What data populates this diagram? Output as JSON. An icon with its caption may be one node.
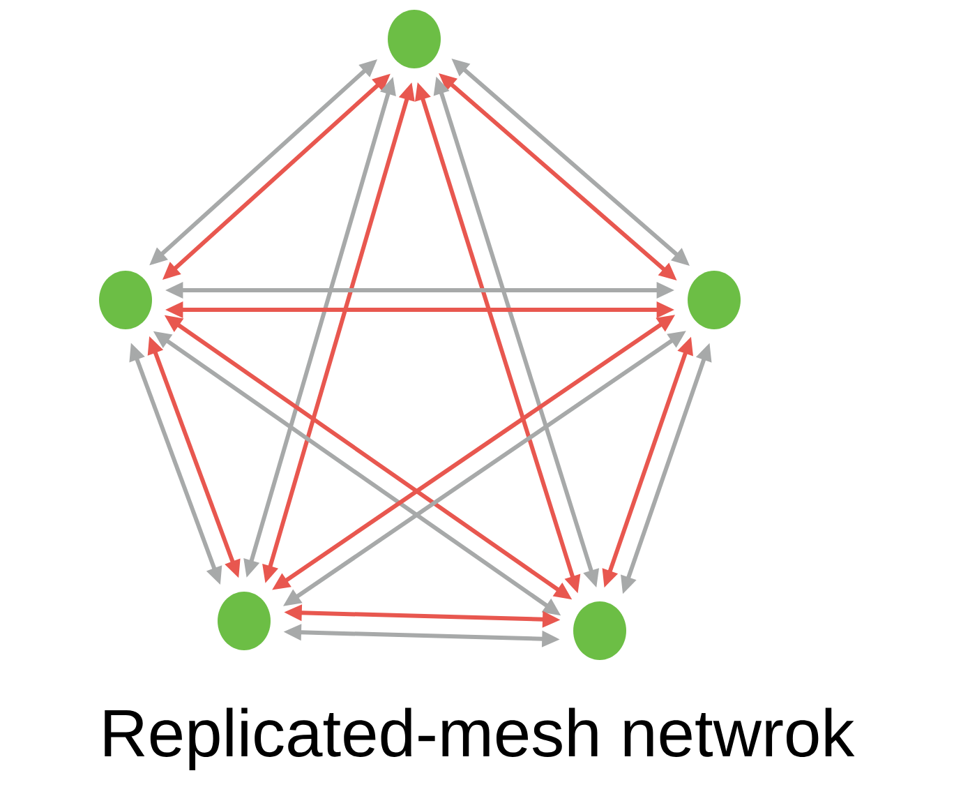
{
  "diagram": {
    "caption": "Replicated-mesh netwrok",
    "nodes": [
      {
        "text": [],
        "shape": "circle"
      },
      {
        "text": [],
        "shape": "circle"
      },
      {
        "text": [],
        "shape": "circle"
      },
      {
        "text": [],
        "shape": "circle"
      },
      {
        "text": [],
        "shape": "circle"
      }
    ],
    "edges": [
      {
        "from": 0,
        "to": 1,
        "arrow": "both",
        "color": "#e8574f"
      },
      {
        "from": 0,
        "to": 1,
        "arrow": "both",
        "color": "#a7a9a9"
      },
      {
        "from": 0,
        "to": 2,
        "arrow": "both",
        "color": "#e8574f"
      },
      {
        "from": 0,
        "to": 2,
        "arrow": "both",
        "color": "#a7a9a9"
      },
      {
        "from": 0,
        "to": 3,
        "arrow": "both",
        "color": "#e8574f"
      },
      {
        "from": 0,
        "to": 3,
        "arrow": "both",
        "color": "#a7a9a9"
      },
      {
        "from": 0,
        "to": 4,
        "arrow": "both",
        "color": "#e8574f"
      },
      {
        "from": 0,
        "to": 4,
        "arrow": "both",
        "color": "#a7a9a9"
      },
      {
        "from": 1,
        "to": 2,
        "arrow": "both",
        "color": "#e8574f"
      },
      {
        "from": 1,
        "to": 2,
        "arrow": "both",
        "color": "#a7a9a9"
      },
      {
        "from": 1,
        "to": 3,
        "arrow": "both",
        "color": "#e8574f"
      },
      {
        "from": 1,
        "to": 3,
        "arrow": "both",
        "color": "#a7a9a9"
      },
      {
        "from": 1,
        "to": 4,
        "arrow": "both",
        "color": "#e8574f"
      },
      {
        "from": 1,
        "to": 4,
        "arrow": "both",
        "color": "#a7a9a9"
      },
      {
        "from": 2,
        "to": 3,
        "arrow": "both",
        "color": "#e8574f"
      },
      {
        "from": 2,
        "to": 3,
        "arrow": "both",
        "color": "#a7a9a9"
      },
      {
        "from": 2,
        "to": 4,
        "arrow": "both",
        "color": "#e8574f"
      },
      {
        "from": 2,
        "to": 4,
        "arrow": "both",
        "color": "#a7a9a9"
      },
      {
        "from": 3,
        "to": 4,
        "arrow": "both",
        "color": "#e8574f"
      },
      {
        "from": 3,
        "to": 4,
        "arrow": "both",
        "color": "#a7a9a9"
      }
    ]
  }
}
